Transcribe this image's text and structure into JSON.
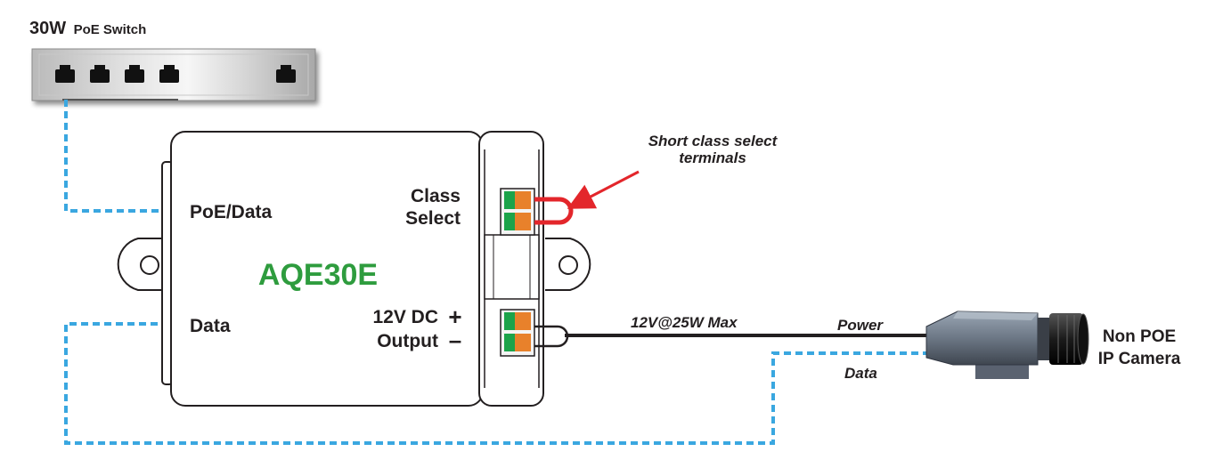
{
  "switch": {
    "title_big": "30W",
    "title_small": "PoE Switch"
  },
  "device": {
    "model": "AQE30E",
    "model_color": "#2e9c3e",
    "poe_data_label": "PoE/Data",
    "data_label": "Data",
    "class_select_line1": "Class",
    "class_select_line2": "Select",
    "output_line1": "12V DC",
    "output_line2": "Output",
    "plus": "+",
    "minus": "–"
  },
  "annotation": {
    "line1": "Short class select",
    "line2": "terminals",
    "arrow_color": "#e3262b"
  },
  "cable": {
    "rating": "12V@25W Max",
    "power_label": "Power",
    "data_label": "Data",
    "data_line_color": "#3aa7e0"
  },
  "camera": {
    "line1": "Non POE",
    "line2": "IP Camera"
  }
}
